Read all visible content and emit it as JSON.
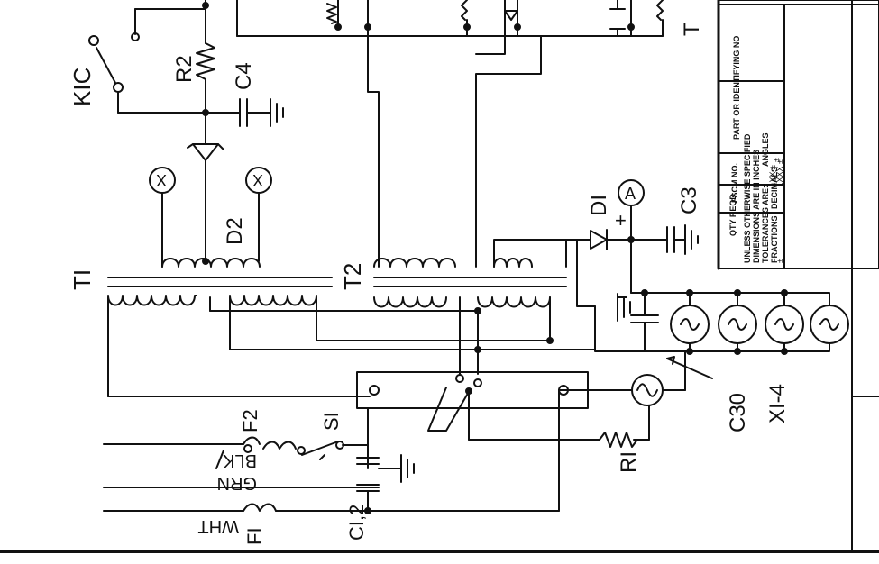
{
  "components": {
    "k1c": "KIC",
    "r2": "R2",
    "c4": "C4",
    "d2": "D2",
    "t1": "TI",
    "t2": "T2",
    "d1": "DI",
    "c3": "C3",
    "f2": "F2",
    "s1": "SI",
    "r1": "RI",
    "c30": "C30",
    "x1_4": "XI-4",
    "c12": "CI,2",
    "f1": "FI",
    "t_top": "T"
  },
  "wires": {
    "blk": "BLK",
    "grn": "GRN",
    "wht": "WHT"
  },
  "meter_symbols": {
    "a": "A",
    "x": "X",
    "plus": "+"
  },
  "title_block": {
    "qty_header": "QTY REQD",
    "fscm_header": "FSCM NO.",
    "part_header": "PART OR IDENTIFYING NO",
    "note_line1": "UNLESS OTHERWISE SPECIFIED",
    "note_line2": "DIMENSIONS ARE IN INCHES",
    "note_line3": "TOLERANCES ARE:",
    "fractions": "FRACTIONS",
    "decimals": "DECIMALS",
    "angles": "ANGLES",
    "xx": ".XX ±",
    "xxx": ".XXX ±",
    "pm": "±"
  }
}
